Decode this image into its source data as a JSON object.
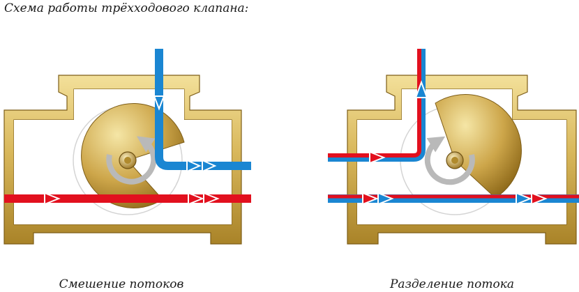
{
  "title": "Схема работы трёхходового клапана:",
  "captions": {
    "mixing": "Смешение потоков",
    "splitting": "Разделение потока"
  },
  "colors": {
    "brass_light": "#e9cf7c",
    "brass_mid": "#c9a548",
    "brass_dark": "#8e6b1c",
    "hot": "#e2101e",
    "cold": "#1a86d2",
    "rotation_arrow": "#b9b9b9"
  },
  "icons": [
    "rotation-arrow-icon",
    "flow-arrow-icon",
    "valve-axle-icon"
  ]
}
